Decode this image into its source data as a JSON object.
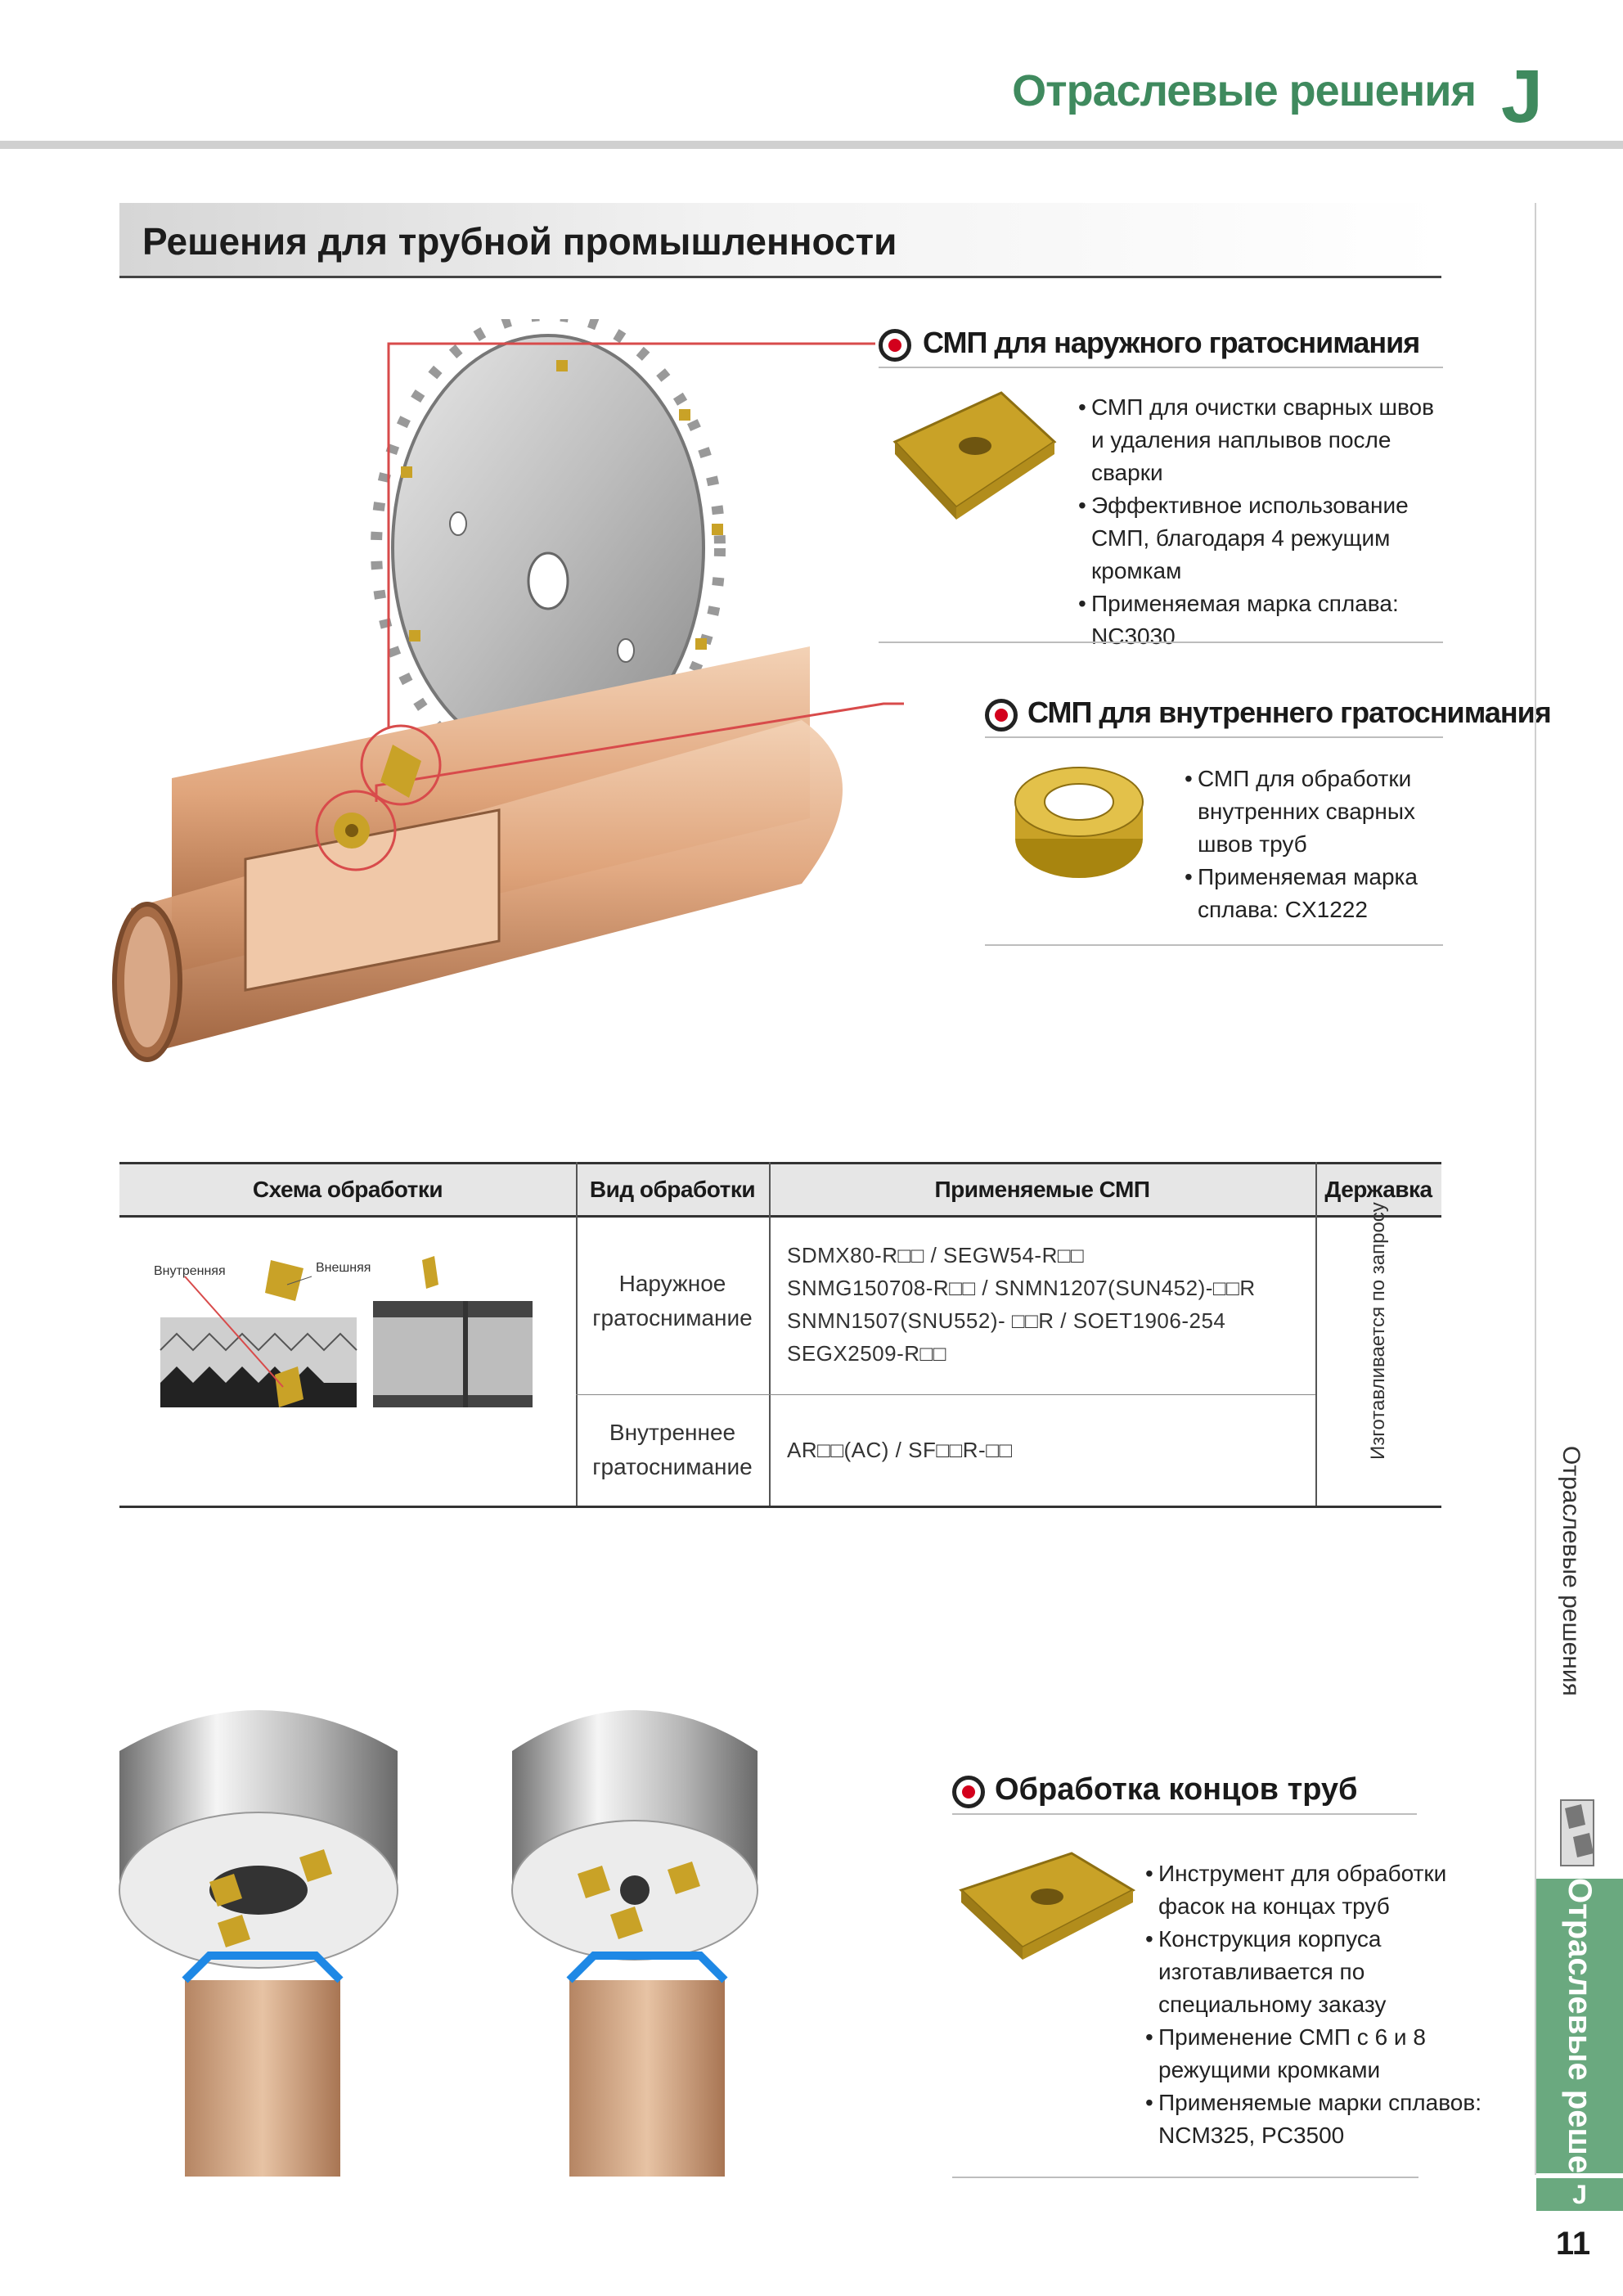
{
  "header": {
    "title": "Отраслевые решения",
    "letter": "J"
  },
  "section": {
    "title": "Решения для трубной промышленности"
  },
  "outer": {
    "heading": "СМП для наружного гратоснимания",
    "bullets": [
      "СМП для очистки сварных швов и удаления наплывов после сварки",
      "Эффективное использование СМП, благодаря 4 режущим кромкам",
      "Применяемая марка сплава: NC3030"
    ]
  },
  "inner": {
    "heading": "СМП для внутреннего гратоснимания",
    "bullets": [
      "СМП для обработки внутренних сварных швов труб",
      "Применяемая марка сплава: CX1222"
    ]
  },
  "table": {
    "headers": [
      "Схема обработки",
      "Вид обработки",
      "Применяемые СМП",
      "Державка"
    ],
    "scheme_labels": {
      "inner": "Внутренняя",
      "outer": "Внешняя"
    },
    "rows": [
      {
        "type": "Наружное гратоснимание",
        "inserts": [
          "SDMX80-R□□ / SEGW54-R□□",
          "SNMG150708-R□□ / SNMN1207(SUN452)-□□R",
          "SNMN1507(SNU552)- □□R / SOET1906-254",
          "SEGX2509-R□□"
        ]
      },
      {
        "type": "Внутреннее гратоснимание",
        "inserts": [
          "AR□□(AC) / SF□□R-□□"
        ]
      }
    ],
    "holder": "Изготавливается по запросу"
  },
  "ends": {
    "heading": "Обработка концов труб",
    "bullets": [
      "Инструмент для обработки фасок на концах труб",
      "Конструкция корпуса изготавливается по специальному заказу",
      "Применение СМП с 6 и 8 режущими кромками",
      "Применяемые марки сплавов: NCM325, PC3500"
    ]
  },
  "side": {
    "tab_label": "Отраслевые решения",
    "green_label": "Отраслевые решения",
    "letter": "J",
    "page": "11"
  },
  "colors": {
    "accent_green": "#3f8a5e",
    "tab_green": "#6aa97f",
    "insert_gold": "#c9a227",
    "pipe": "#d8a07a"
  }
}
